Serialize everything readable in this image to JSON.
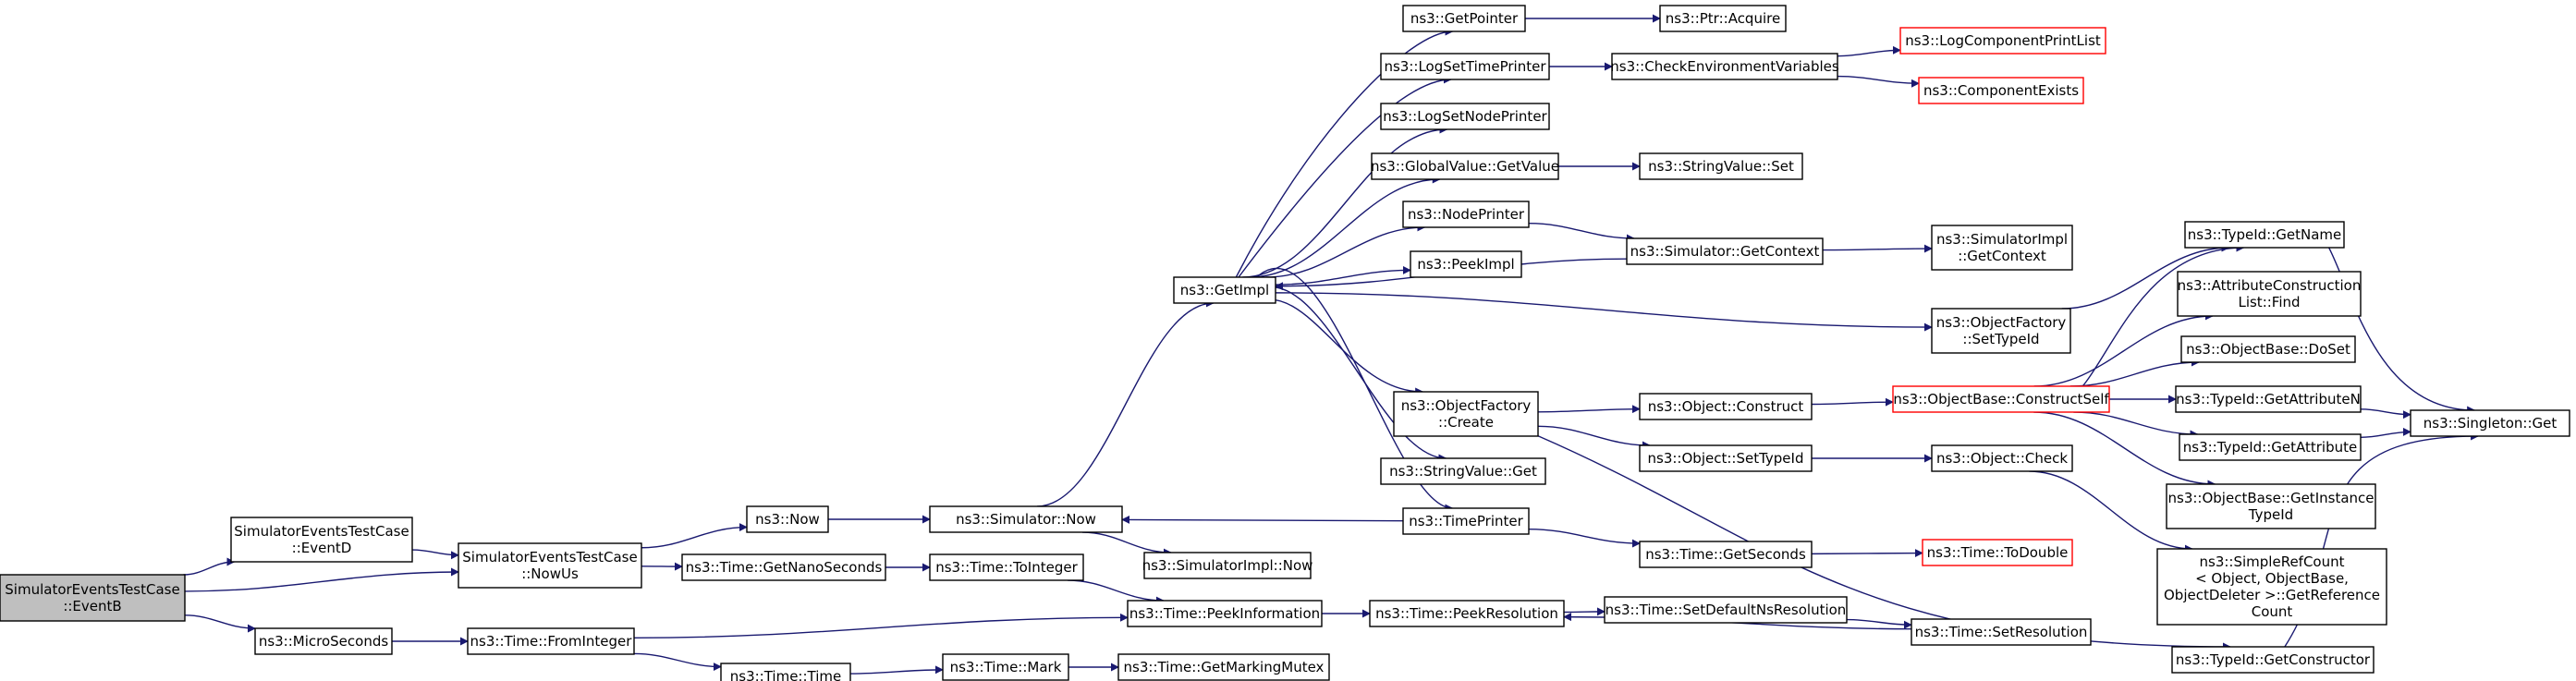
{
  "graph": {
    "edge_color": "#191970",
    "missing_color": "#ff0000",
    "root_fill": "#bfbfbf",
    "nodes": {
      "eventb": [
        "SimulatorEventsTestCase",
        "::EventB"
      ],
      "eventd": [
        "SimulatorEventsTestCase",
        "::EventD"
      ],
      "nowus": [
        "SimulatorEventsTestCase",
        "::NowUs"
      ],
      "microseconds": [
        "ns3::MicroSeconds"
      ],
      "now": [
        "ns3::Now"
      ],
      "getnanoseconds": [
        "ns3::Time::GetNanoSeconds"
      ],
      "timefrominteger": [
        "ns3::Time::FromInteger"
      ],
      "simnow": [
        "ns3::Simulator::Now"
      ],
      "tointeger": [
        "ns3::Time::ToInteger"
      ],
      "timetime": [
        "ns3::Time::Time"
      ],
      "timemark": [
        "ns3::Time::Mark"
      ],
      "getimpl": [
        "ns3::GetImpl"
      ],
      "simimplnow": [
        "ns3::SimulatorImpl::Now"
      ],
      "peekinformation": [
        "ns3::Time::PeekInformation"
      ],
      "getmarkingmutex": [
        "ns3::Time::GetMarkingMutex"
      ],
      "getpointer": [
        "ns3::GetPointer"
      ],
      "logsettimeprinter": [
        "ns3::LogSetTimePrinter"
      ],
      "logsetnodeprinter": [
        "ns3::LogSetNodePrinter"
      ],
      "globalvaluegetvalue": [
        "ns3::GlobalValue::GetValue"
      ],
      "nodeprinter": [
        "ns3::NodePrinter"
      ],
      "peekimpl": [
        "ns3::PeekImpl"
      ],
      "objectfactorycreate": [
        "ns3::ObjectFactory",
        "::Create"
      ],
      "stringvalueget": [
        "ns3::StringValue::Get"
      ],
      "timeprinter": [
        "ns3::TimePrinter"
      ],
      "peekresolution": [
        "ns3::Time::PeekResolution"
      ],
      "ptracquire": [
        "ns3::Ptr::Acquire"
      ],
      "checkenv": [
        "ns3::CheckEnvironmentVariables"
      ],
      "stringvalueset": [
        "ns3::StringValue::Set"
      ],
      "simgetcontext": [
        "ns3::Simulator::GetContext"
      ],
      "objectconstruct": [
        "ns3::Object::Construct"
      ],
      "objectsettypeid": [
        "ns3::Object::SetTypeId"
      ],
      "timegetseconds": [
        "ns3::Time::GetSeconds"
      ],
      "setdefaultnsres": [
        "ns3::Time::SetDefaultNsResolution"
      ],
      "logcompprintlist": [
        "ns3::LogComponentPrintList"
      ],
      "componentexists": [
        "ns3::ComponentExists"
      ],
      "simimplgetcontext": [
        "ns3::SimulatorImpl",
        "::GetContext"
      ],
      "objfactorysettypeid": [
        "ns3::ObjectFactory",
        "::SetTypeId"
      ],
      "constructself": [
        "ns3::ObjectBase::ConstructSelf"
      ],
      "objectcheck": [
        "ns3::Object::Check"
      ],
      "timetodouble": [
        "ns3::Time::ToDouble"
      ],
      "timesetresolution": [
        "ns3::Time::SetResolution"
      ],
      "typeidgetname": [
        "ns3::TypeId::GetName"
      ],
      "attrconstructfind": [
        "ns3::AttributeConstruction",
        "List::Find"
      ],
      "objectbasedoset": [
        "ns3::ObjectBase::DoSet"
      ],
      "typeidgetattrn": [
        "ns3::TypeId::GetAttributeN"
      ],
      "typeidgetattr": [
        "ns3::TypeId::GetAttribute"
      ],
      "objectbasegetinstance": [
        "ns3::ObjectBase::GetInstance",
        "TypeId"
      ],
      "simplerefcount": [
        "ns3::SimpleRefCount",
        "< Object, ObjectBase,",
        "ObjectDeleter >::GetReference",
        "Count"
      ],
      "typeidgetconstructor": [
        "ns3::TypeId::GetConstructor"
      ],
      "singletonget": [
        "ns3::Singleton::Get"
      ]
    }
  }
}
